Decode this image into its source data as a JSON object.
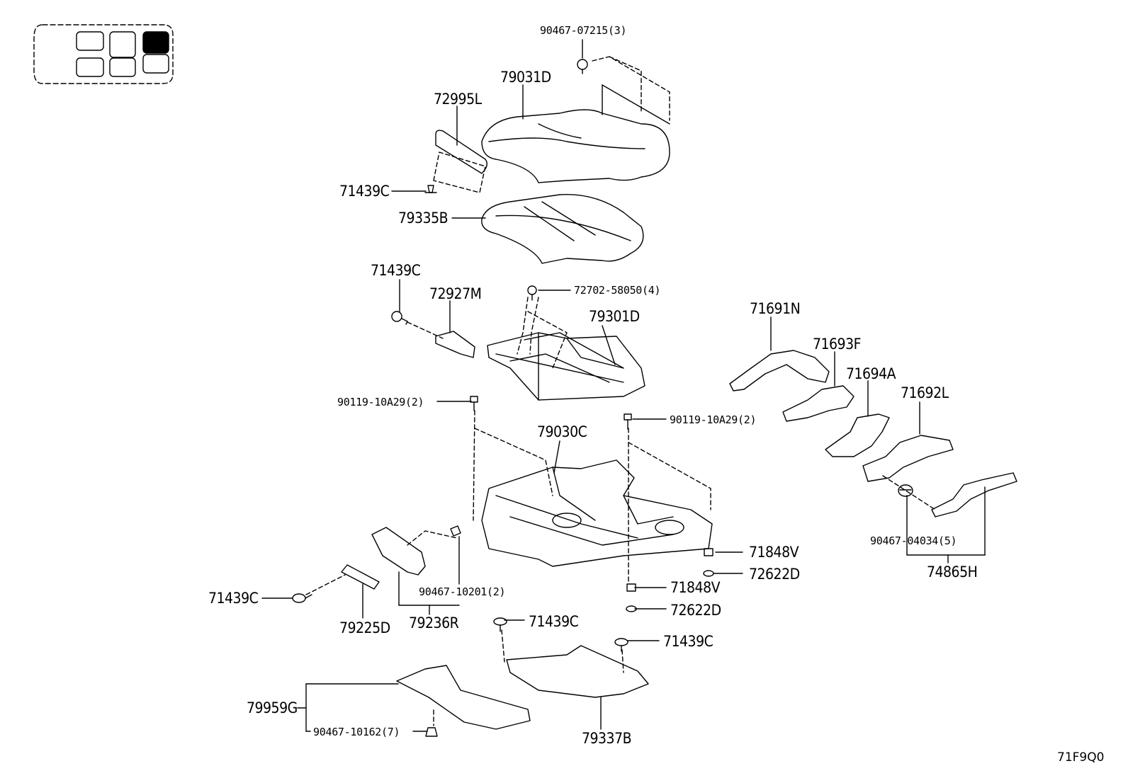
{
  "diagram": {
    "reference_code": "71F9Q0",
    "parts": [
      {
        "id": "p1",
        "label": "90467-07215(3)"
      },
      {
        "id": "p2",
        "label": "79031D"
      },
      {
        "id": "p3",
        "label": "72995L"
      },
      {
        "id": "p4",
        "label": "71439C"
      },
      {
        "id": "p5",
        "label": "79335B"
      },
      {
        "id": "p6",
        "label": "71439C"
      },
      {
        "id": "p7",
        "label": "72927M"
      },
      {
        "id": "p8",
        "label": "72702-58050(4)"
      },
      {
        "id": "p9",
        "label": "79301D"
      },
      {
        "id": "p10",
        "label": "71691N"
      },
      {
        "id": "p11",
        "label": "71693F"
      },
      {
        "id": "p12",
        "label": "71694A"
      },
      {
        "id": "p13",
        "label": "71692L"
      },
      {
        "id": "p14",
        "label": "90119-10A29(2)"
      },
      {
        "id": "p15",
        "label": "90119-10A29(2)"
      },
      {
        "id": "p16",
        "label": "79030C"
      },
      {
        "id": "p17",
        "label": "90467-04034(5)"
      },
      {
        "id": "p18",
        "label": "74865H"
      },
      {
        "id": "p19",
        "label": "71848V"
      },
      {
        "id": "p20",
        "label": "72622D"
      },
      {
        "id": "p21",
        "label": "71848V"
      },
      {
        "id": "p22",
        "label": "72622D"
      },
      {
        "id": "p23",
        "label": "71439C"
      },
      {
        "id": "p24",
        "label": "90467-10201(2)"
      },
      {
        "id": "p25",
        "label": "79225D"
      },
      {
        "id": "p26",
        "label": "79236R"
      },
      {
        "id": "p27",
        "label": "71439C"
      },
      {
        "id": "p28",
        "label": "71439C"
      },
      {
        "id": "p29",
        "label": "79959G"
      },
      {
        "id": "p30",
        "label": "90467-10162(7)"
      },
      {
        "id": "p31",
        "label": "79337B"
      }
    ]
  }
}
